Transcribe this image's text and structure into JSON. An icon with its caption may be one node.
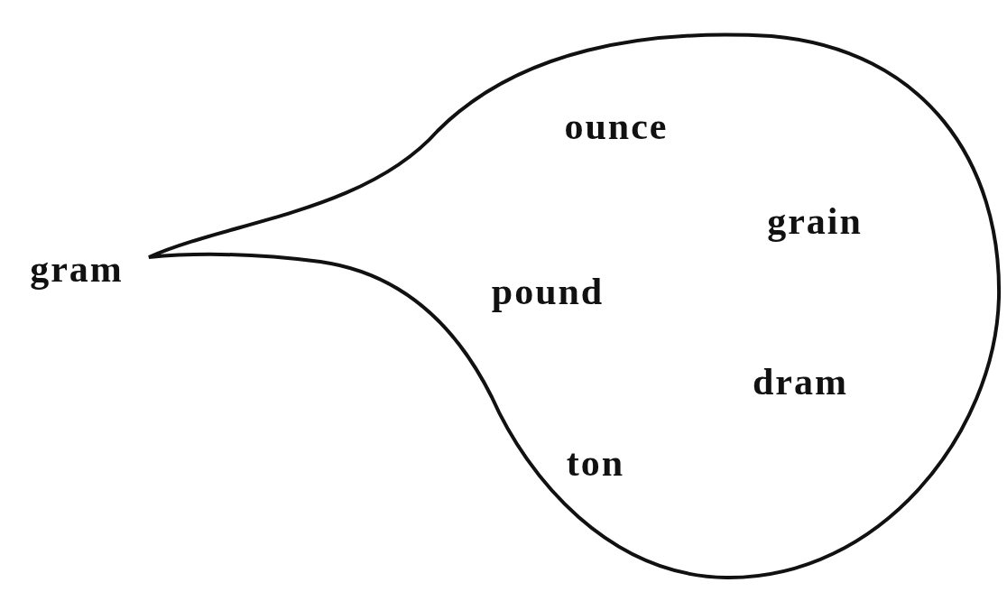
{
  "diagram": {
    "nodes": [
      {
        "text": [
          "ounce",
          "grain",
          "pound",
          "dram",
          "ton"
        ]
      }
    ],
    "labels": [
      "gram"
    ]
  }
}
